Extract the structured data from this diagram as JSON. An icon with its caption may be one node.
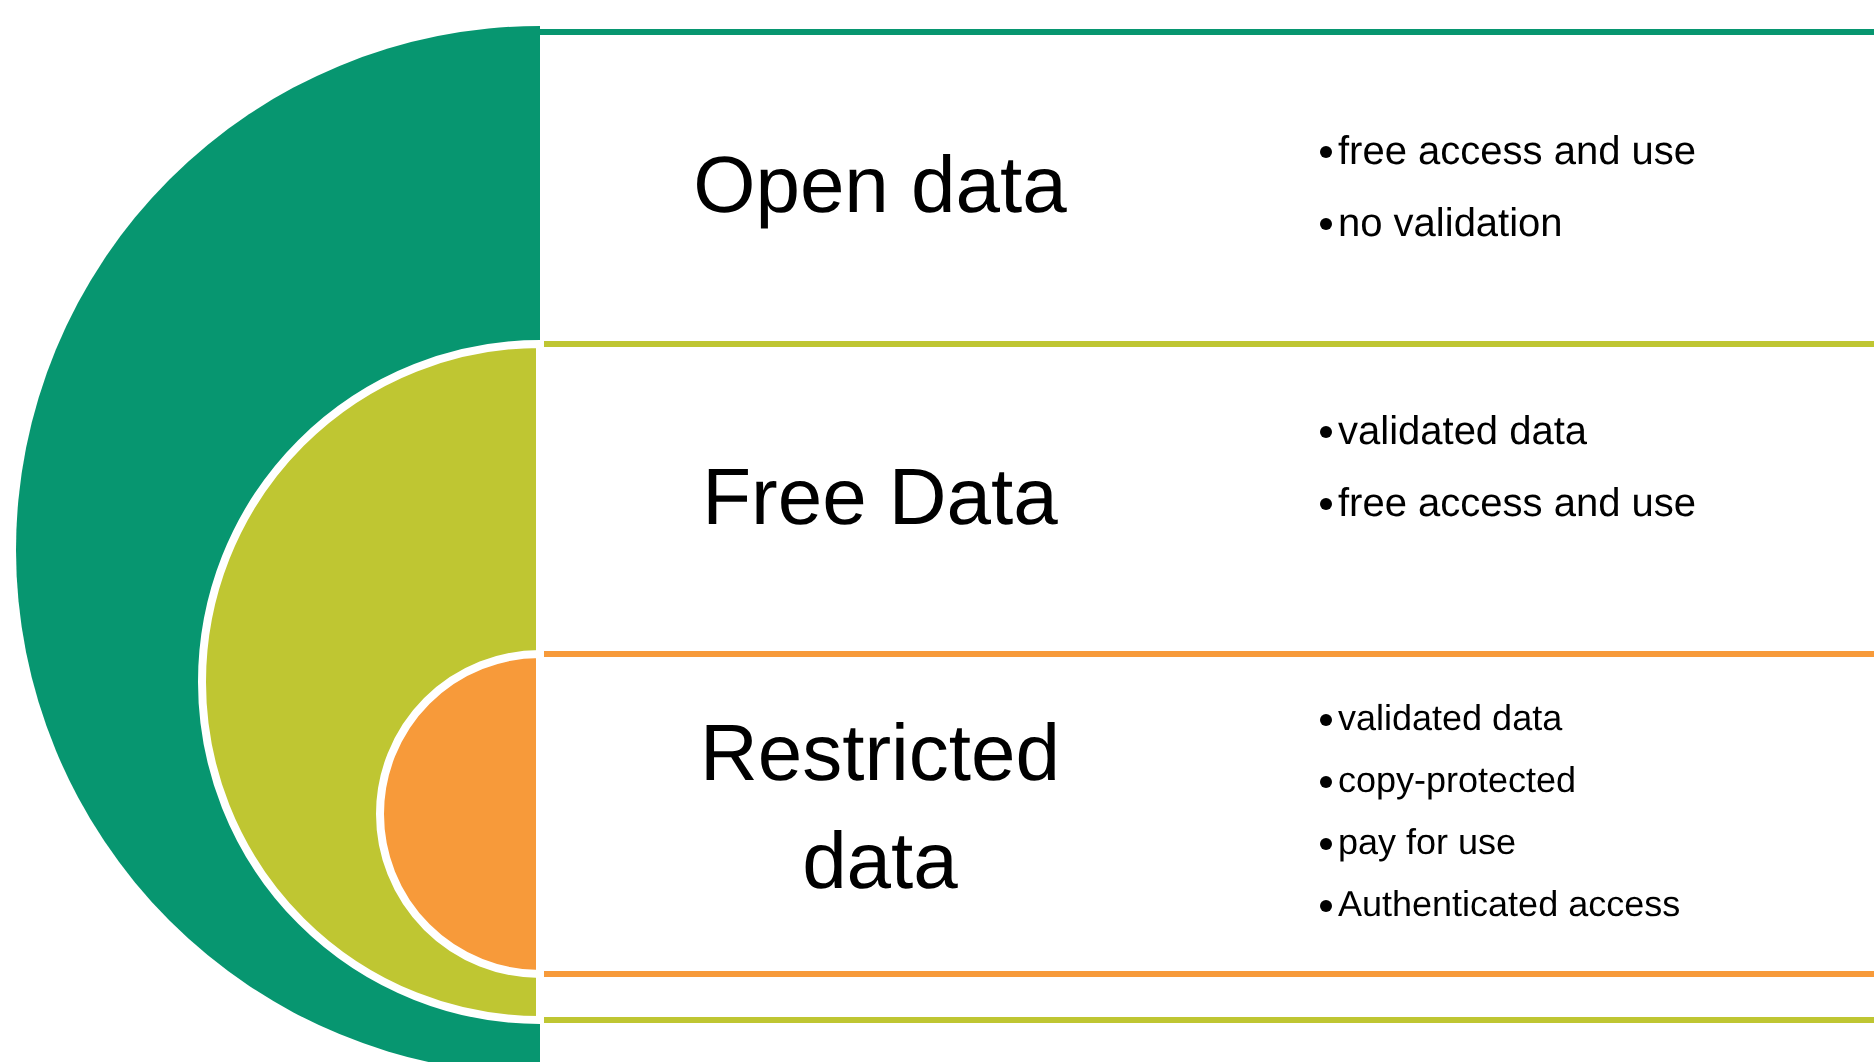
{
  "diagram": {
    "nodes": [
      {
        "text": [
          "Open data",
          "free access and use",
          "no validation"
        ]
      },
      {
        "text": [
          "Free Data",
          "validated data",
          "free access and use"
        ],
        "in": 0
      },
      {
        "text": [
          "Restricted data",
          "validated data",
          "copy-protected",
          "pay for use",
          "Authenticated access"
        ],
        "in": 1
      }
    ]
  }
}
